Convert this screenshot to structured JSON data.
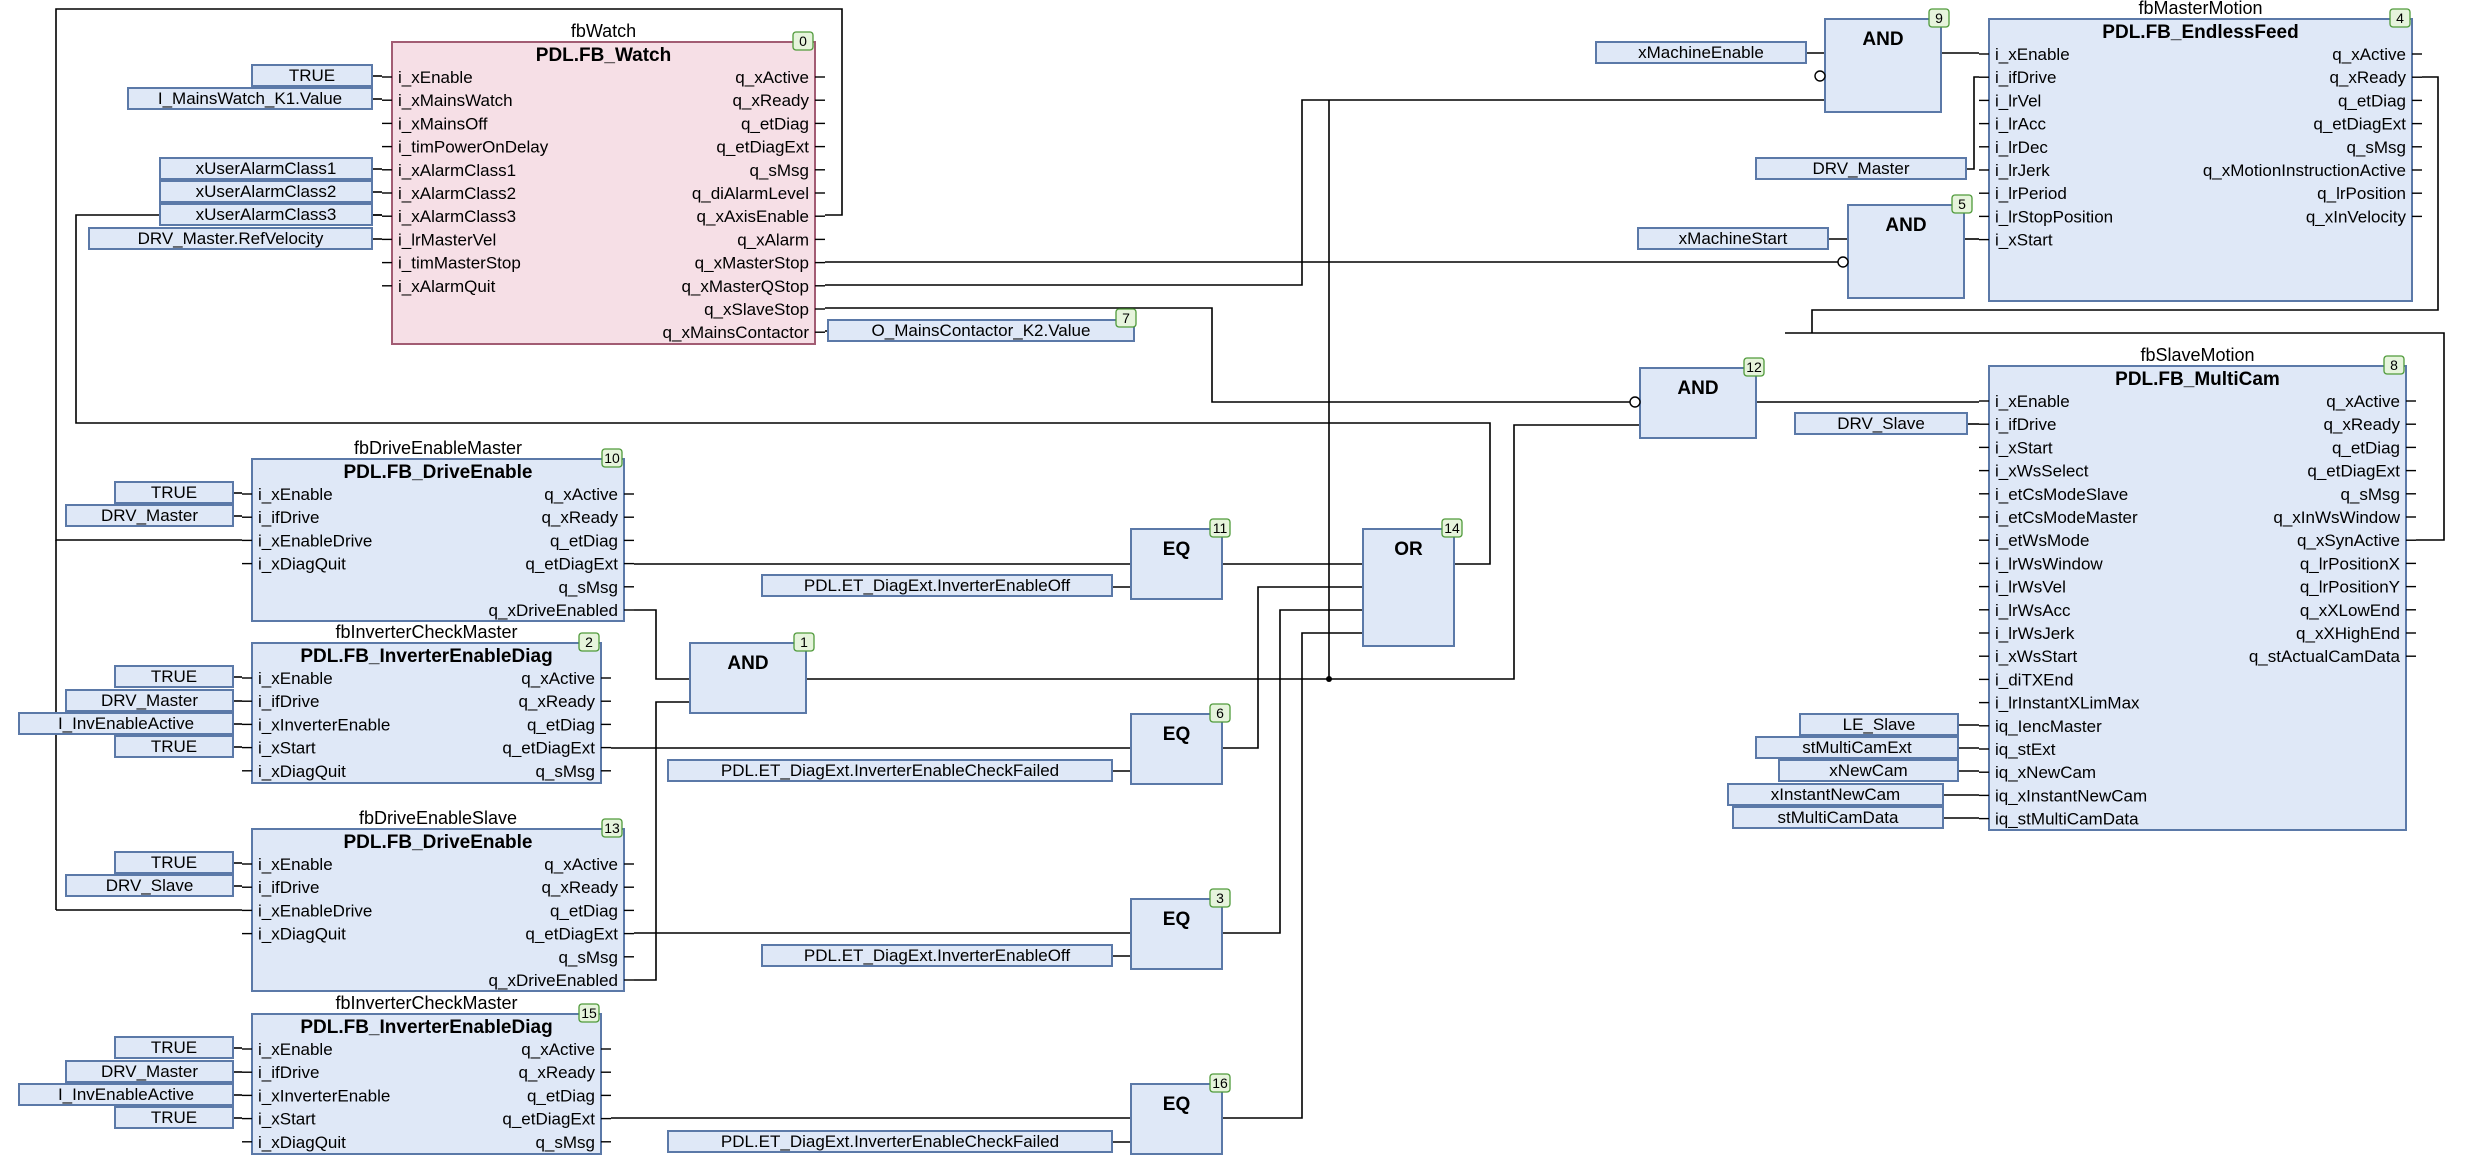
{
  "blocks": [
    {
      "id": "fbWatch",
      "instance": "fbWatch",
      "type": "PDL.FB_Watch",
      "index": "0",
      "color": "pink",
      "inputs": [
        "i_xEnable",
        "i_xMainsWatch",
        "i_xMainsOff",
        "i_timPowerOnDelay",
        "i_xAlarmClass1",
        "i_xAlarmClass2",
        "i_xAlarmClass3",
        "i_lrMasterVel",
        "i_timMasterStop",
        "i_xAlarmQuit"
      ],
      "outputs": [
        "q_xActive",
        "q_xReady",
        "q_etDiag",
        "q_etDiagExt",
        "q_sMsg",
        "q_diAlarmLevel",
        "q_xAxisEnable",
        "q_xAlarm",
        "q_xMasterStop",
        "q_xMasterQStop",
        "q_xSlaveStop",
        "q_xMainsContactor"
      ]
    },
    {
      "id": "fbMasterMotion",
      "instance": "fbMasterMotion",
      "type": "PDL.FB_EndlessFeed",
      "index": "4",
      "color": "blue",
      "inputs": [
        "i_xEnable",
        "i_ifDrive",
        "i_lrVel",
        "i_lrAcc",
        "i_lrDec",
        "i_lrJerk",
        "i_lrPeriod",
        "i_lrStopPosition",
        "i_xStart"
      ],
      "outputs": [
        "q_xActive",
        "q_xReady",
        "q_etDiag",
        "q_etDiagExt",
        "q_sMsg",
        "q_xMotionInstructionActive",
        "q_lrPosition",
        "q_xInVelocity"
      ]
    },
    {
      "id": "fbSlaveMotion",
      "instance": "fbSlaveMotion",
      "type": "PDL.FB_MultiCam",
      "index": "8",
      "color": "blue",
      "inputs": [
        "i_xEnable",
        "i_ifDrive",
        "i_xStart",
        "i_xWsSelect",
        "i_etCsModeSlave",
        "i_etCsModeMaster",
        "i_etWsMode",
        "i_lrWsWindow",
        "i_lrWsVel",
        "i_lrWsAcc",
        "i_lrWsJerk",
        "i_xWsStart",
        "i_diTXEnd",
        "i_lrInstantXLimMax",
        "iq_IencMaster",
        "iq_stExt",
        "iq_xNewCam",
        "iq_xInstantNewCam",
        "iq_stMultiCamData"
      ],
      "outputs": [
        "q_xActive",
        "q_xReady",
        "q_etDiag",
        "q_etDiagExt",
        "q_sMsg",
        "q_xInWsWindow",
        "q_xSynActive",
        "q_lrPositionX",
        "q_lrPositionY",
        "q_xXLowEnd",
        "q_xXHighEnd",
        "q_stActualCamData"
      ]
    },
    {
      "id": "fbDriveEnableMaster",
      "instance": "fbDriveEnableMaster",
      "type": "PDL.FB_DriveEnable",
      "index": "10",
      "color": "blue",
      "inputs": [
        "i_xEnable",
        "i_ifDrive",
        "i_xEnableDrive",
        "i_xDiagQuit"
      ],
      "outputs": [
        "q_xActive",
        "q_xReady",
        "q_etDiag",
        "q_etDiagExt",
        "q_sMsg",
        "q_xDriveEnabled"
      ]
    },
    {
      "id": "fbInverterCheckMaster",
      "instance": "fbInverterCheckMaster",
      "type": "PDL.FB_InverterEnableDiag",
      "index": "2",
      "color": "blue",
      "inputs": [
        "i_xEnable",
        "i_ifDrive",
        "i_xInverterEnable",
        "i_xStart",
        "i_xDiagQuit"
      ],
      "outputs": [
        "q_xActive",
        "q_xReady",
        "q_etDiag",
        "q_etDiagExt",
        "q_sMsg"
      ]
    },
    {
      "id": "fbDriveEnableSlave",
      "instance": "fbDriveEnableSlave",
      "type": "PDL.FB_DriveEnable",
      "index": "13",
      "color": "blue",
      "inputs": [
        "i_xEnable",
        "i_ifDrive",
        "i_xEnableDrive",
        "i_xDiagQuit"
      ],
      "outputs": [
        "q_xActive",
        "q_xReady",
        "q_etDiag",
        "q_etDiagExt",
        "q_sMsg",
        "q_xDriveEnabled"
      ]
    },
    {
      "id": "fbInverterCheckMaster2",
      "instance": "fbInverterCheckMaster",
      "type": "PDL.FB_InverterEnableDiag",
      "index": "15",
      "color": "blue",
      "inputs": [
        "i_xEnable",
        "i_ifDrive",
        "i_xInverterEnable",
        "i_xStart",
        "i_xDiagQuit"
      ],
      "outputs": [
        "q_xActive",
        "q_xReady",
        "q_etDiag",
        "q_etDiagExt",
        "q_sMsg"
      ]
    }
  ],
  "operators": [
    {
      "id": "and9",
      "label": "AND",
      "index": "9"
    },
    {
      "id": "and5",
      "label": "AND",
      "index": "5"
    },
    {
      "id": "and12",
      "label": "AND",
      "index": "12"
    },
    {
      "id": "and1",
      "label": "AND",
      "index": "1"
    },
    {
      "id": "or14",
      "label": "OR",
      "index": "14"
    },
    {
      "id": "eq11",
      "label": "EQ",
      "index": "11"
    },
    {
      "id": "eq6",
      "label": "EQ",
      "index": "6"
    },
    {
      "id": "eq3",
      "label": "EQ",
      "index": "3"
    },
    {
      "id": "eq16",
      "label": "EQ",
      "index": "16"
    }
  ],
  "constants": [
    {
      "id": "c_w1",
      "text": "TRUE"
    },
    {
      "id": "c_w2",
      "text": "I_MainsWatch_K1.Value"
    },
    {
      "id": "c_w3",
      "text": "xUserAlarmClass1"
    },
    {
      "id": "c_w4",
      "text": "xUserAlarmClass2"
    },
    {
      "id": "c_w5",
      "text": "xUserAlarmClass3"
    },
    {
      "id": "c_w6",
      "text": "DRV_Master.RefVelocity"
    },
    {
      "id": "c_out7",
      "text": "O_MainsContactor_K2.Value",
      "index": "7"
    },
    {
      "id": "c_me",
      "text": "xMachineEnable"
    },
    {
      "id": "c_drvm",
      "text": "DRV_Master"
    },
    {
      "id": "c_ms",
      "text": "xMachineStart"
    },
    {
      "id": "c_drvs",
      "text": "DRV_Slave"
    },
    {
      "id": "c_le",
      "text": "LE_Slave"
    },
    {
      "id": "c_smce",
      "text": "stMultiCamExt"
    },
    {
      "id": "c_nc",
      "text": "xNewCam"
    },
    {
      "id": "c_inc",
      "text": "xInstantNewCam"
    },
    {
      "id": "c_smcd",
      "text": "stMultiCamData"
    },
    {
      "id": "c_dm1",
      "text": "TRUE"
    },
    {
      "id": "c_dm2",
      "text": "DRV_Master"
    },
    {
      "id": "c_eq11",
      "text": "PDL.ET_DiagExt.InverterEnableOff"
    },
    {
      "id": "c_ic1",
      "text": "TRUE"
    },
    {
      "id": "c_ic2",
      "text": "DRV_Master"
    },
    {
      "id": "c_ic3",
      "text": "I_InvEnableActive"
    },
    {
      "id": "c_ic4",
      "text": "TRUE"
    },
    {
      "id": "c_eq6",
      "text": "PDL.ET_DiagExt.InverterEnableCheckFailed"
    },
    {
      "id": "c_ds1",
      "text": "TRUE"
    },
    {
      "id": "c_ds2",
      "text": "DRV_Slave"
    },
    {
      "id": "c_eq3",
      "text": "PDL.ET_DiagExt.InverterEnableOff"
    },
    {
      "id": "c_i21",
      "text": "TRUE"
    },
    {
      "id": "c_i22",
      "text": "DRV_Master"
    },
    {
      "id": "c_i23",
      "text": "I_InvEnableActive"
    },
    {
      "id": "c_i24",
      "text": "TRUE"
    },
    {
      "id": "c_eq16",
      "text": "PDL.ET_DiagExt.InverterEnableCheckFailed"
    }
  ],
  "colors": {
    "fb_fill": "#dfe8f7",
    "fb_stroke": "#5b79a8",
    "pink_fill": "#f6dfe6",
    "pink_stroke": "#a25c73",
    "index_fill": "#e6f4dc",
    "index_stroke": "#4f9a3a",
    "wire": "#000000"
  }
}
